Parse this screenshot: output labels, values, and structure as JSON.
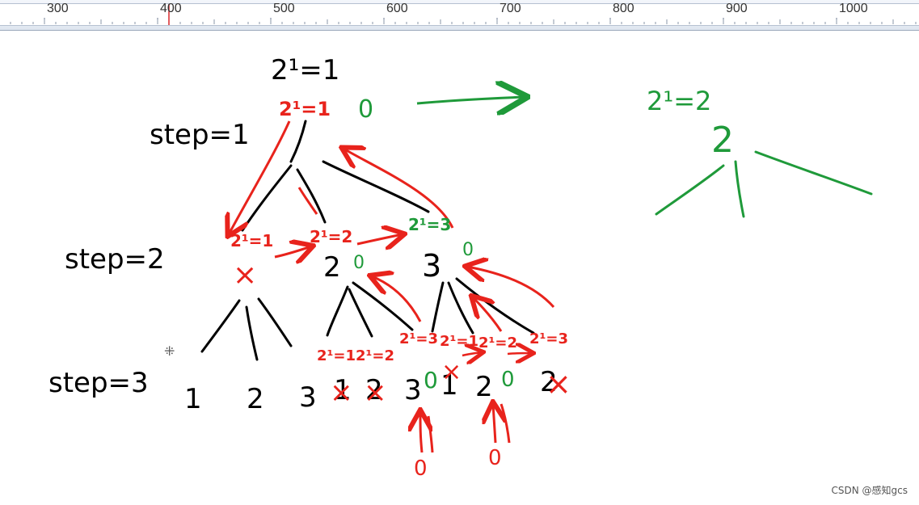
{
  "ruler": {
    "labels": [
      "300",
      "400",
      "500",
      "600",
      "700",
      "800",
      "900",
      "1000"
    ]
  },
  "drawing": {
    "root_label": "2¹=1",
    "root_label_red": "2¹=1",
    "root_value": "0",
    "step1": "step=1",
    "step2": "step=2",
    "step3": "step=3",
    "l2_labels": [
      "2¹=1",
      "2¹=2",
      "2¹=3"
    ],
    "l2_values": [
      "×",
      "2",
      "3"
    ],
    "l2_zeros": [
      "0",
      "0"
    ],
    "l3_left": [
      "1",
      "2",
      "3"
    ],
    "l3_mid_labels": [
      "2¹=1",
      "2¹=2",
      "2¹=3"
    ],
    "l3_mid_values": [
      "1",
      "2",
      "3"
    ],
    "l3_right_labels": [
      "2¹=1",
      "2¹=2",
      "2¹=3"
    ],
    "l3_right_values": [
      "1",
      "2",
      "2"
    ],
    "l3_zeros": [
      "0",
      "0"
    ],
    "bottom_zeros": [
      "0",
      "0"
    ],
    "right_label": "2¹=2",
    "right_value": "2"
  },
  "colors": {
    "ink": "#000000",
    "red": "#e8231c",
    "green": "#1f9a3a"
  },
  "watermark": "CSDN @感知gcs"
}
